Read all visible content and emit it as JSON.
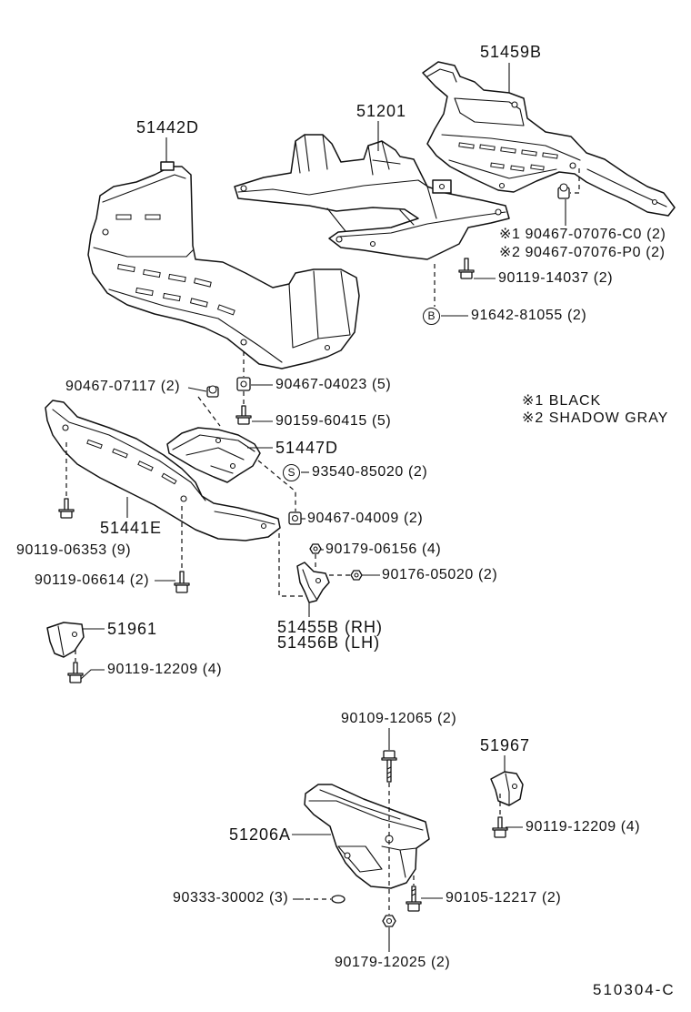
{
  "parts": {
    "rear_under_cover": "51459B",
    "crossmember": "51201",
    "front_under_cover": "51442D",
    "clip_ref1": "※1 90467-07076-C0 (2)",
    "clip_ref2": "※2 90467-07076-P0 (2)",
    "bolt_14037": "90119-14037 (2)",
    "mark_b": "B",
    "part_81055": "91642-81055 (2)",
    "clip_07117": "90467-07117 (2)",
    "nut_04023": "90467-04023 (5)",
    "bolt_60415": "90159-60415 (5)",
    "center_cover": "51447D",
    "mark_s": "S",
    "part_85020": "93540-85020 (2)",
    "nut_04009": "90467-04009 (2)",
    "front_spoiler": "51441E",
    "bolt_06353": "90119-06353 (9)",
    "nut_06156": "90179-06156 (4)",
    "part_05020": "90176-05020 (2)",
    "bolt_06614": "90119-06614 (2)",
    "bracket_rh": "51455B (RH)",
    "bracket_lh": "51456B (LH)",
    "bracket_51961": "51961",
    "bolt_12209_left": "90119-12209 (4)",
    "bolt_12065": "90109-12065 (2)",
    "bracket_51967": "51967",
    "mount_bracket": "51206A",
    "bolt_12209_right": "90119-12209 (4)",
    "washer_30002": "90333-30002 (3)",
    "bolt_12217": "90105-12217 (2)",
    "nut_12025": "90179-12025 (2)"
  },
  "legend": {
    "item1": "※1 BLACK",
    "item2": "※2 SHADOW GRAY"
  },
  "diagram_code": "510304-C"
}
